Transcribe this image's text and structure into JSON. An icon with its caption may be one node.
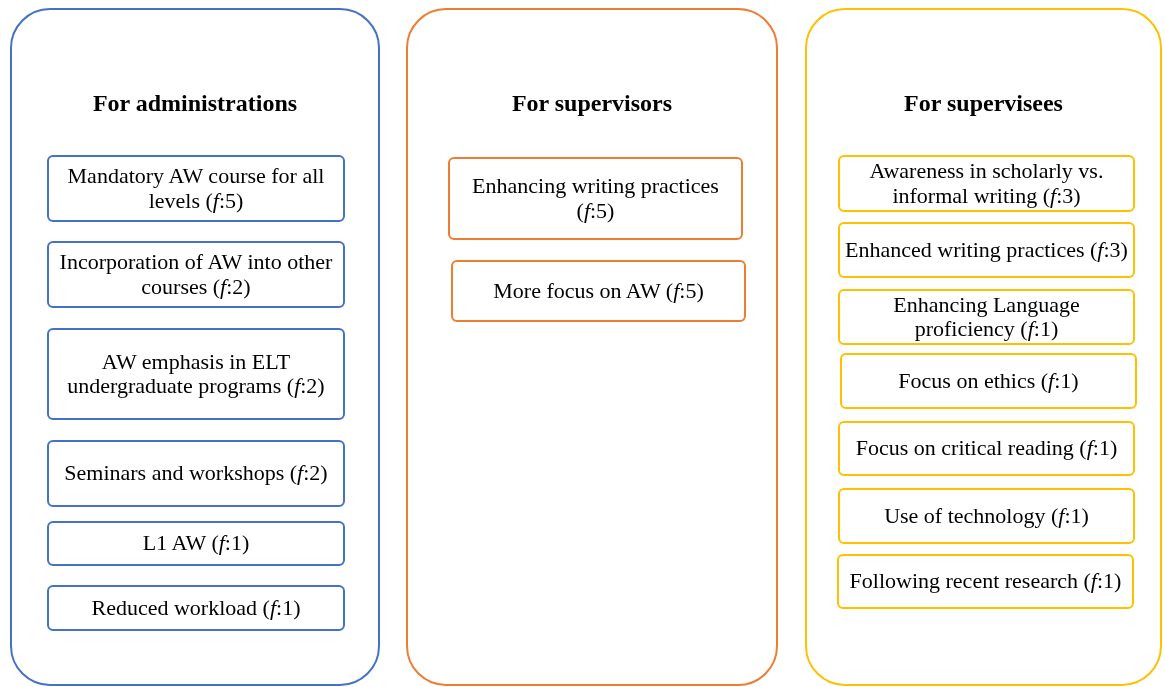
{
  "diagram": {
    "nodes": [
      {
        "text": [
          "For administrations"
        ]
      },
      {
        "text": [
          "Mandatory AW course for all levels (*f*:5)"
        ],
        "in": 0
      },
      {
        "text": [
          "Incorporation of AW into other courses (*f*:2)"
        ],
        "in": 0
      },
      {
        "text": [
          "AW emphasis in ELT undergraduate programs (*f*:2)"
        ],
        "in": 0
      },
      {
        "text": [
          "Seminars and workshops (*f*:2)"
        ],
        "in": 0
      },
      {
        "text": [
          "L1 AW (*f*:1)"
        ],
        "in": 0
      },
      {
        "text": [
          "Reduced workload (*f*:1)"
        ],
        "in": 0
      },
      {
        "text": [
          "For supervisors"
        ]
      },
      {
        "text": [
          "Enhancing writing practices (*f*:5)"
        ],
        "in": 7
      },
      {
        "text": [
          "More focus on AW (*f*:5)"
        ],
        "in": 7
      },
      {
        "text": [
          "For supervisees"
        ]
      },
      {
        "text": [
          "Awareness in scholarly vs. informal writing (*f*:3)"
        ],
        "in": 10
      },
      {
        "text": [
          "Enhanced writing practices (*f*:3)"
        ],
        "in": 10
      },
      {
        "text": [
          "Enhancing Language proficiency (*f*:1)"
        ],
        "in": 10
      },
      {
        "text": [
          "Focus on ethics (*f*:1)"
        ],
        "in": 10
      },
      {
        "text": [
          "Focus on critical reading (*f*:1)"
        ],
        "in": 10
      },
      {
        "text": [
          "Use of technology  (*f*:1)"
        ],
        "in": 10
      },
      {
        "text": [
          "Following recent research (*f*:1)"
        ],
        "in": 10
      }
    ]
  }
}
